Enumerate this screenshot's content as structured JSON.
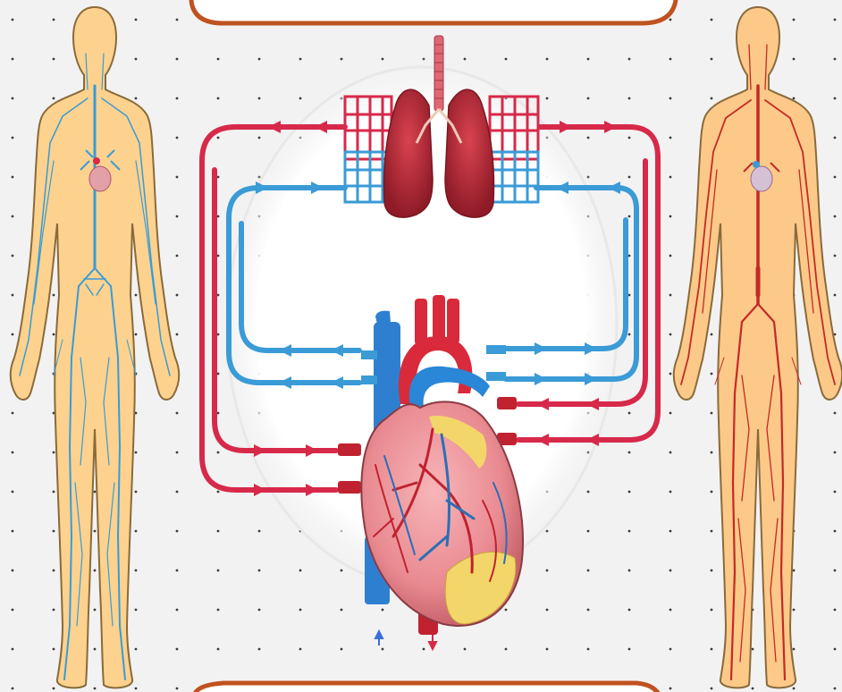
{
  "diagram": {
    "top_banner": {
      "text": "",
      "border_color": "#c0521f"
    },
    "bottom_banner": {
      "text": "",
      "border_color": "#c0521f"
    },
    "colors": {
      "oxygenated": "#d7294a",
      "deoxygenated": "#3a9bd6",
      "body_fill": "#fcd28e",
      "body_outline": "#8a6a3a",
      "background": "#f2f2f2",
      "dot_grid": "#3b3b3b"
    },
    "figures": [
      {
        "label": "",
        "vessel_type": "veins",
        "vessel_color": "#3a9bd6",
        "side": "left"
      },
      {
        "label": "",
        "vessel_type": "arteries",
        "vessel_color": "#c42a25",
        "side": "right"
      }
    ],
    "organs": [
      {
        "label": "",
        "kind": "lungs"
      },
      {
        "label": "",
        "kind": "heart"
      }
    ]
  }
}
